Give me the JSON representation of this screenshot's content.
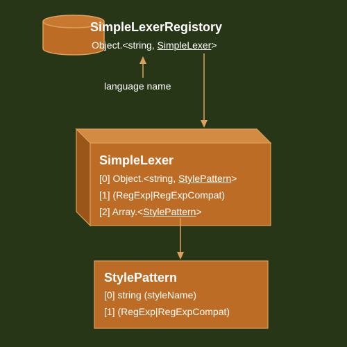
{
  "registry": {
    "title": "SimpleLexerRegistory",
    "type_prefix": "Object.<string, ",
    "type_link": "SimpleLexer",
    "type_suffix": ">"
  },
  "edge_label": "language name",
  "lexer": {
    "title": "SimpleLexer",
    "field0_prefix": "[0] Object.<string, ",
    "field0_link": "StylePattern",
    "field0_suffix": ">",
    "field1": "[1] (RegExp|RegExpCompat)",
    "field2_prefix": "[2] Array.<",
    "field2_link": "StylePattern",
    "field2_suffix": ">"
  },
  "pattern": {
    "title": "StylePattern",
    "field0": "[0] string (styleName)",
    "field1": "[1] (RegExp|RegExpCompat)"
  },
  "colors": {
    "background": "#283618",
    "node_fill": "#BC6C25",
    "node_stroke": "#DDA15E",
    "node_side": "#9A5518",
    "node_top": "#D38B44",
    "text": "#FFFFFF"
  }
}
